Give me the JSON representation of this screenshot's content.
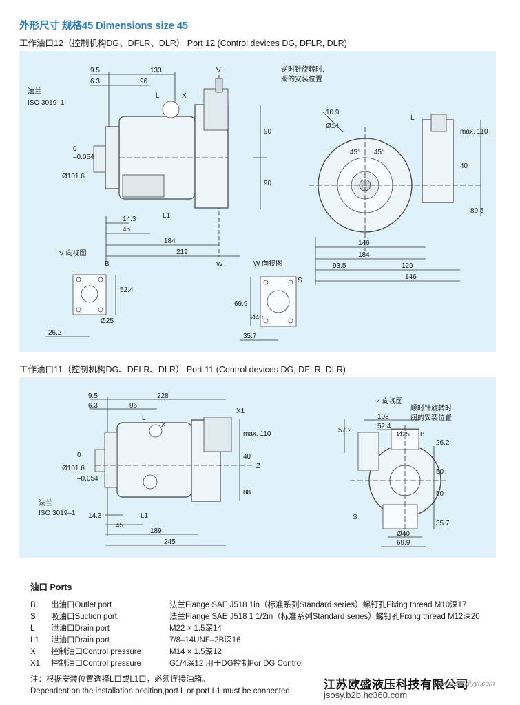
{
  "header": {
    "title": "外形尺寸 规格45 Dimensions size 45",
    "section1": "工作油口12（控制机构DG、DFLR、DLR） Port 12 (Control devices DG, DFLR, DLR)",
    "section2": "工作油口11（控制机构DG、DFLR、DLR） Port 11 (Control devices DG, DFLR, DLR)"
  },
  "drawing1": {
    "labels": {
      "flange": "法兰",
      "iso": "ISO 3019–1",
      "v": "V",
      "w": "W",
      "l": "L",
      "x": "X",
      "l1": "L1",
      "rotation1": "逆时针旋转时,",
      "rotation2": "阀的安装位置",
      "v_view": "V 向视图",
      "w_view": "W 向视图",
      "b": "B",
      "s": "S",
      "deg45a": "45°",
      "deg45b": "45°"
    },
    "dims": {
      "d9_5": "9.5",
      "d133": "133",
      "d6_3": "6.3",
      "d96": "96",
      "d0": "0",
      "d_0054": "–0.054",
      "d101_6": "Ø101.6",
      "d90a": "90",
      "d90b": "90",
      "d14_3": "14.3",
      "d45": "45",
      "d184": "184",
      "d219": "219",
      "d10_9": "10.9",
      "d14": "Ø14",
      "max110": "max. 110",
      "d40": "40",
      "d80_5": "80.5",
      "d146a": "146",
      "d184b": "184",
      "d93_5": "93.5",
      "d129": "129",
      "d146b": "146",
      "d52_4": "52.4",
      "d25": "Ø25",
      "d26_2": "26.2",
      "d69_9": "69.9",
      "d40b": "Ø40",
      "d35_7": "35.7"
    }
  },
  "drawing2": {
    "labels": {
      "flange": "法兰",
      "iso": "ISO 3019–1",
      "l": "L",
      "x": "X",
      "x1": "X1",
      "l1": "L1",
      "z": "Z",
      "z_view": "Z 向视图",
      "rotation1": "顺时针旋转时,",
      "rotation2": "阀的安装位置",
      "b": "B",
      "s": "S"
    },
    "dims": {
      "d9_5": "9.5",
      "d228": "228",
      "d6_3": "6.3",
      "d96": "96",
      "d101_6": "Ø101.6",
      "d0": "0",
      "d_0054": "–0.054",
      "max110": "max. 110",
      "d40": "40",
      "d88": "88",
      "d14_3": "14.3",
      "d45": "45",
      "d189": "189",
      "d245": "245",
      "d103": "103",
      "d57_2": "57.2",
      "d52_4": "52.4",
      "d25": "Ø25",
      "d26_2": "26.2",
      "d50a": "50",
      "d50b": "50",
      "d35_7": "35.7",
      "d40b": "Ø40",
      "d69_9": "69.9"
    }
  },
  "ports": {
    "title": "油口 Ports",
    "rows": [
      {
        "code": "B",
        "name": "出油口Outlet port",
        "spec": "法兰Flange SAE J518 1in（标准系列Standard series）螺钉孔Fixing thread M10深17"
      },
      {
        "code": "S",
        "name": "吸油口Suction port",
        "spec": "法兰Flange SAE J518 1 1/2in（标准系列Standard series）螺钉孔Fixing thread M12深20"
      },
      {
        "code": "L",
        "name": "泄油口Drain port",
        "spec": "M22 × 1.5深14"
      },
      {
        "code": "L1",
        "name": "泄油口Drain port",
        "spec": "7/8–14UNF–2B深16"
      },
      {
        "code": "X",
        "name": "控制油口Control pressure",
        "spec": "M14 × 1.5深12"
      },
      {
        "code": "X1",
        "name": "控制油口Control pressure",
        "spec": "G1/4深12 用于DG控制For DG Control"
      }
    ],
    "note_cn": "注：根据安装位置选择L口或L1口，必须连接油箱。",
    "note_en": "Dependent on the installation position,port L or port L1 must be connected."
  },
  "footer": {
    "company": "江苏欧盛液压科技有限公司",
    "url": "jsosy.b2b.hc360.com",
    "watermark": "www.zgcxjiyyt.com"
  }
}
